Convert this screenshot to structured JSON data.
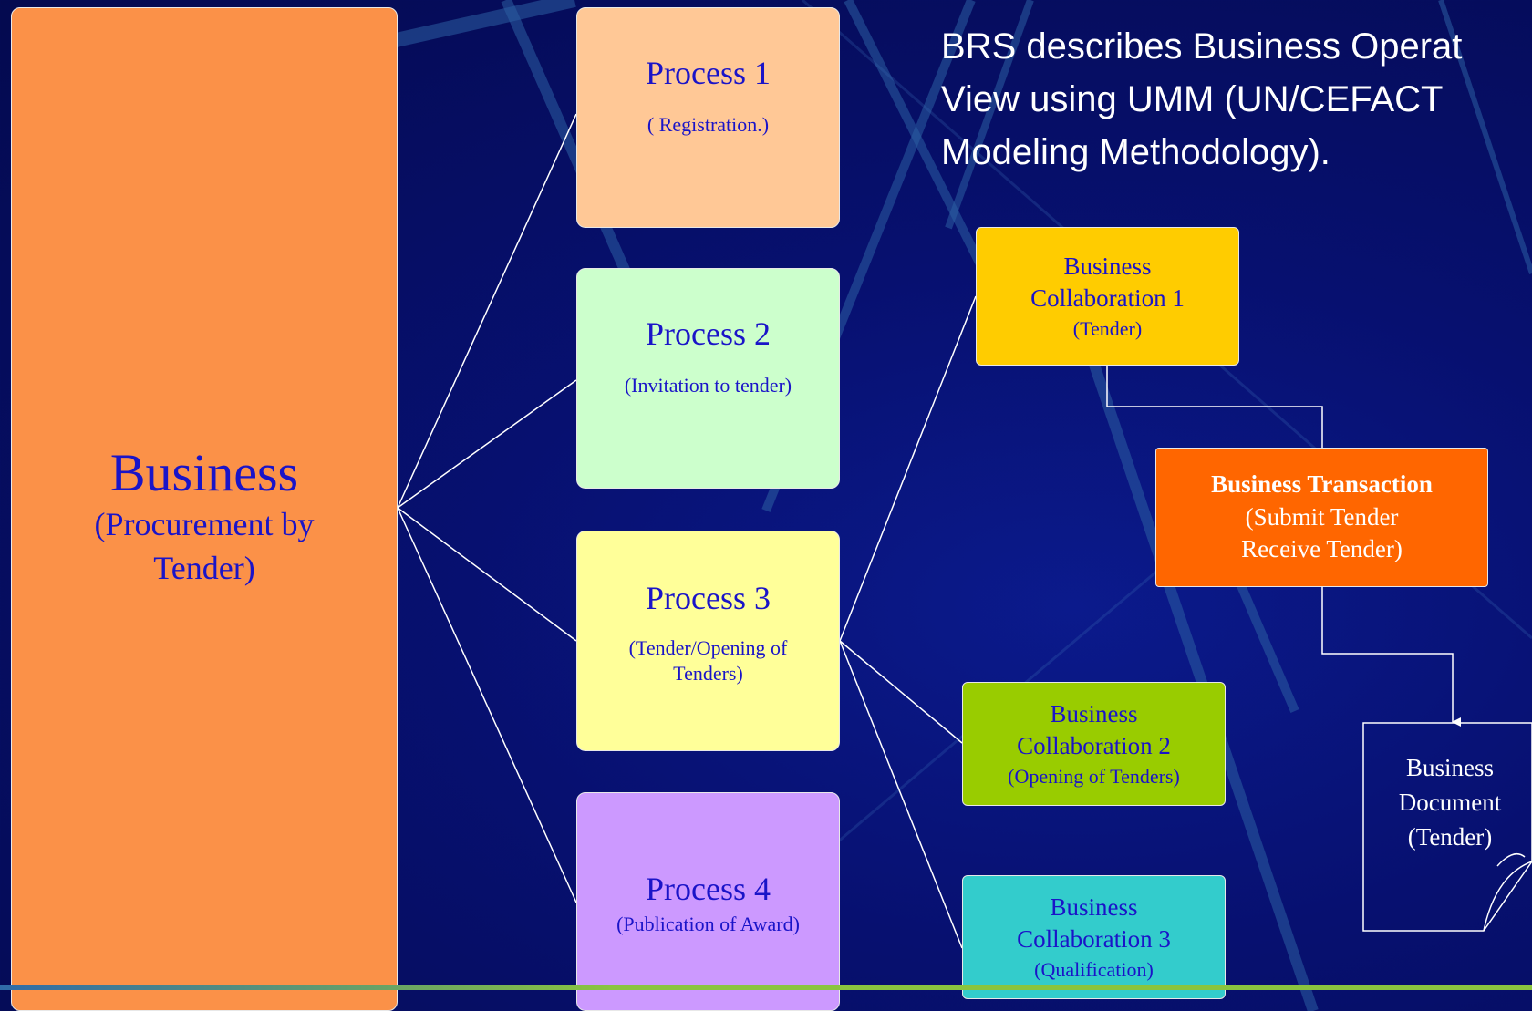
{
  "heading": "BRS describes Business Operat\nView using UMM (UN/CEFACT\nModeling Methodology).",
  "business": {
    "title": "Business",
    "subtitle_line1": "(Procurement by",
    "subtitle_line2": "Tender)"
  },
  "processes": [
    {
      "title": "Process 1",
      "subtitle": "( Registration.)"
    },
    {
      "title": "Process  2",
      "subtitle": "(Invitation to tender)"
    },
    {
      "title": "Process  3",
      "subtitle_line1": "(Tender/Opening of",
      "subtitle_line2": "Tenders)"
    },
    {
      "title": "Process  4",
      "subtitle": "(Publication of Award)"
    }
  ],
  "collaborations": [
    {
      "line1": "Business",
      "line2": "Collaboration 1",
      "line3": "(Tender)"
    },
    {
      "line1": "Business",
      "line2": "Collaboration  2",
      "line3": "(Opening of Tenders)"
    },
    {
      "line1": "Business",
      "line2": "Collaboration  3",
      "line3": "(Qualification)"
    }
  ],
  "transaction": {
    "title": "Business Transaction",
    "line2": "(Submit Tender",
    "line3": "Receive Tender)"
  },
  "document": {
    "line1": "Business",
    "line2": "Document",
    "line3": "(Tender)"
  },
  "colors": {
    "business": "#fb9148",
    "process1": "#ffc896",
    "process2": "#ccffcc",
    "process3": "#ffff99",
    "process4": "#cc99ff",
    "collab1": "#ffcc00",
    "collab2": "#99cc00",
    "collab3": "#33cccc",
    "transaction": "#ff6600",
    "text_blue": "#1a14c8"
  }
}
